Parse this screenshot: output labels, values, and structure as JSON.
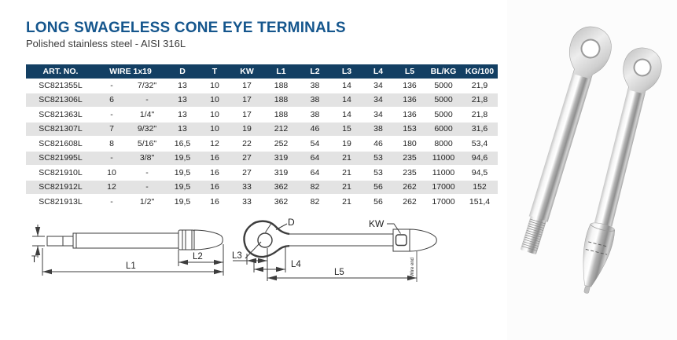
{
  "page": {
    "title": "LONG SWAGELESS CONE EYE TERMINALS",
    "subtitle": "Polished stainless steel - AISI 316L"
  },
  "colors": {
    "title": "#15568d",
    "table_header_bg": "#133f63",
    "table_header_text": "#ffffff",
    "row_stripe": "#e3e3e3",
    "body_text": "#222222",
    "drawing_line": "#3d3d3d"
  },
  "table": {
    "headers": [
      "ART. NO.",
      "WIRE 1x19",
      "D",
      "T",
      "KW",
      "L1",
      "L2",
      "L3",
      "L4",
      "L5",
      "BL/KG",
      "KG/100"
    ],
    "rows": [
      [
        "SC821355L",
        "-",
        "7/32\"",
        "13",
        "10",
        "17",
        "188",
        "38",
        "14",
        "34",
        "136",
        "5000",
        "21,9"
      ],
      [
        "SC821306L",
        "6",
        "-",
        "13",
        "10",
        "17",
        "188",
        "38",
        "14",
        "34",
        "136",
        "5000",
        "21,8"
      ],
      [
        "SC821363L",
        "-",
        "1/4\"",
        "13",
        "10",
        "17",
        "188",
        "38",
        "14",
        "34",
        "136",
        "5000",
        "21,8"
      ],
      [
        "SC821307L",
        "7",
        "9/32\"",
        "13",
        "10",
        "19",
        "212",
        "46",
        "15",
        "38",
        "153",
        "6000",
        "31,6"
      ],
      [
        "SC821608L",
        "8",
        "5/16\"",
        "16,5",
        "12",
        "22",
        "252",
        "54",
        "19",
        "46",
        "180",
        "8000",
        "53,4"
      ],
      [
        "SC821995L",
        "-",
        "3/8\"",
        "19,5",
        "16",
        "27",
        "319",
        "64",
        "21",
        "53",
        "235",
        "11000",
        "94,6"
      ],
      [
        "SC821910L",
        "10",
        "-",
        "19,5",
        "16",
        "27",
        "319",
        "64",
        "21",
        "53",
        "235",
        "11000",
        "94,5"
      ],
      [
        "SC821912L",
        "12",
        "-",
        "19,5",
        "16",
        "33",
        "362",
        "82",
        "21",
        "56",
        "262",
        "17000",
        "152"
      ],
      [
        "SC821913L",
        "-",
        "1/2\"",
        "19,5",
        "16",
        "33",
        "362",
        "82",
        "21",
        "56",
        "262",
        "17000",
        "151,4"
      ]
    ]
  },
  "drawings": {
    "plain_terminal": {
      "t": "T",
      "l1": "L1",
      "l2": "L2"
    },
    "eye_terminal": {
      "d": "D",
      "kw": "KW",
      "l3": "L3",
      "l4": "L4",
      "l5": "L5",
      "wire_end": "Wire end"
    }
  }
}
